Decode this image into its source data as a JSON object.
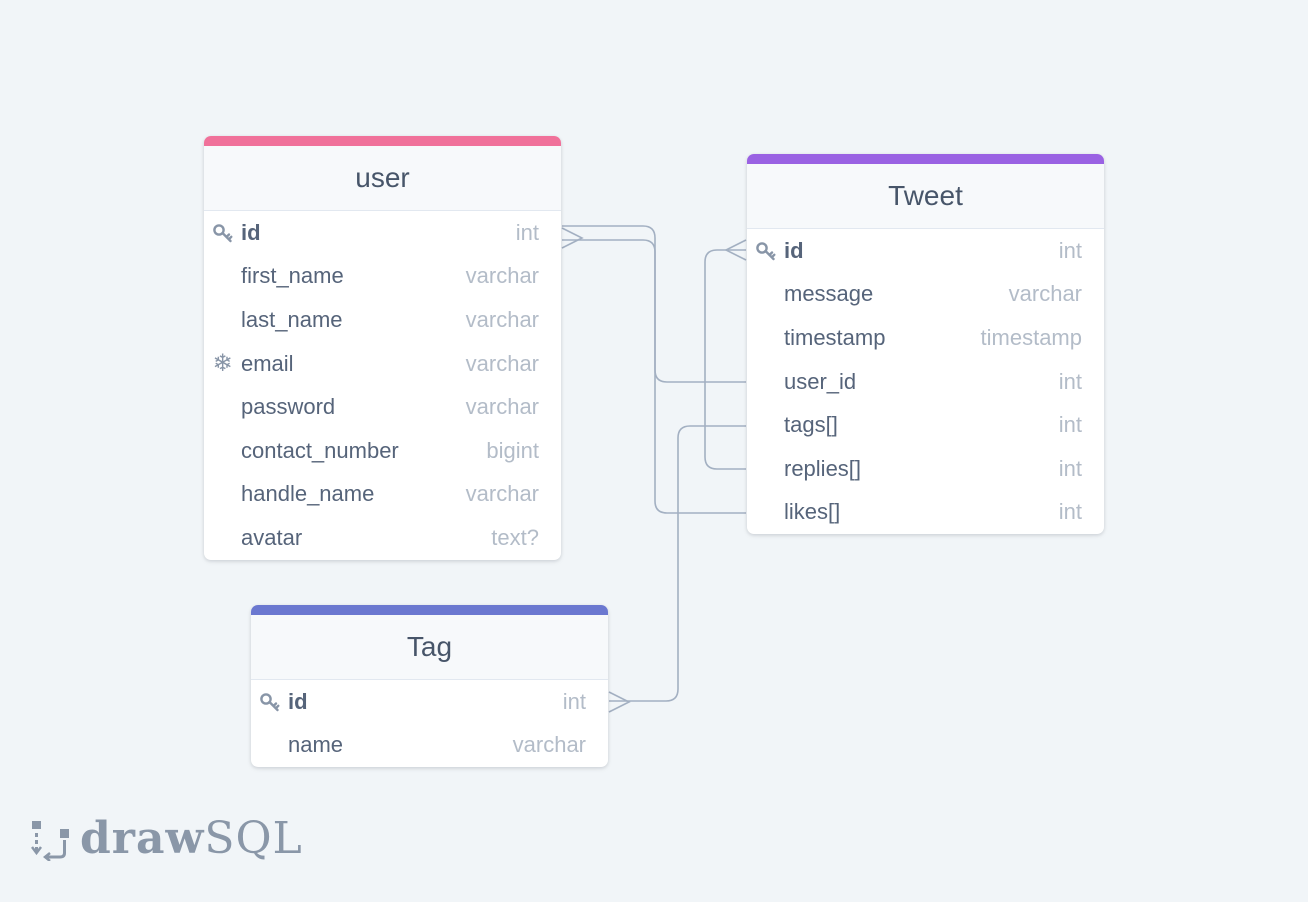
{
  "colors": {
    "user_accent": "#f0719a",
    "tweet_accent": "#9a62e3",
    "tag_accent": "#6b78d0",
    "connector": "#a3b0c2"
  },
  "tables": {
    "user": {
      "name": "user",
      "columns": [
        {
          "name": "id",
          "type": "int",
          "icon": "key-icon",
          "primary": true
        },
        {
          "name": "first_name",
          "type": "varchar",
          "icon": ""
        },
        {
          "name": "last_name",
          "type": "varchar",
          "icon": ""
        },
        {
          "name": "email",
          "type": "varchar",
          "icon": "snowflake-icon"
        },
        {
          "name": "password",
          "type": "varchar",
          "icon": ""
        },
        {
          "name": "contact_number",
          "type": "bigint",
          "icon": ""
        },
        {
          "name": "handle_name",
          "type": "varchar",
          "icon": ""
        },
        {
          "name": "avatar",
          "type": "text?",
          "icon": ""
        }
      ]
    },
    "tweet": {
      "name": "Tweet",
      "columns": [
        {
          "name": "id",
          "type": "int",
          "icon": "key-icon",
          "primary": true
        },
        {
          "name": "message",
          "type": "varchar",
          "icon": ""
        },
        {
          "name": "timestamp",
          "type": "timestamp",
          "icon": ""
        },
        {
          "name": "user_id",
          "type": "int",
          "icon": ""
        },
        {
          "name": "tags[]",
          "type": "int",
          "icon": ""
        },
        {
          "name": "replies[]",
          "type": "int",
          "icon": ""
        },
        {
          "name": "likes[]",
          "type": "int",
          "icon": ""
        }
      ]
    },
    "tag": {
      "name": "Tag",
      "columns": [
        {
          "name": "id",
          "type": "int",
          "icon": "key-icon",
          "primary": true
        },
        {
          "name": "name",
          "type": "varchar",
          "icon": ""
        }
      ]
    }
  },
  "relationships": [
    {
      "from": "Tweet.user_id",
      "to": "user.id"
    },
    {
      "from": "Tweet.likes[]",
      "to": "user.id"
    },
    {
      "from": "Tweet.replies[]",
      "to": "Tweet.id"
    },
    {
      "from": "Tweet.tags[]",
      "to": "Tag.id"
    }
  ],
  "logo": {
    "bold": "draw",
    "light": "SQL"
  }
}
